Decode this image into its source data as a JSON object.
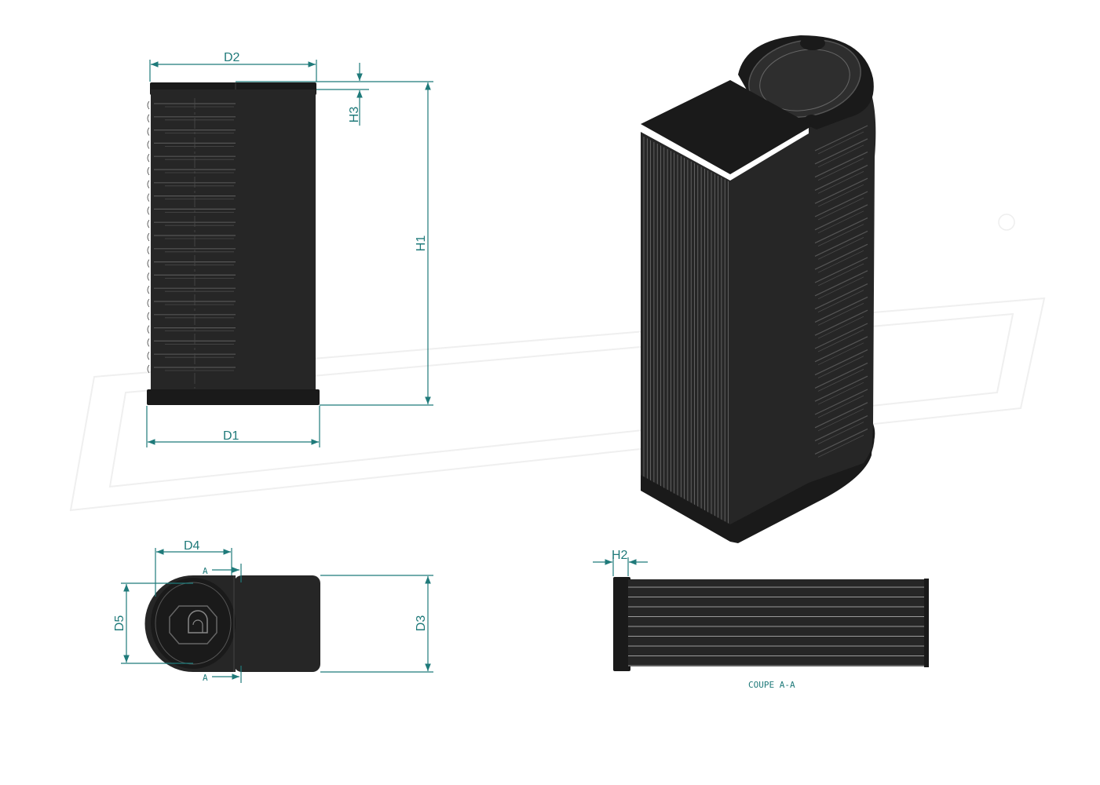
{
  "dimensions": {
    "d1": "D1",
    "d2": "D2",
    "d3": "D3",
    "d4": "D4",
    "d5": "D5",
    "h1": "H1",
    "h2": "H2",
    "h3": "H3"
  },
  "section": {
    "marker_top": "A",
    "marker_bottom": "A",
    "caption": "COUPE A-A"
  },
  "colors": {
    "dimension": "#1f7a7a",
    "part": "#262626",
    "background": "#ffffff"
  }
}
